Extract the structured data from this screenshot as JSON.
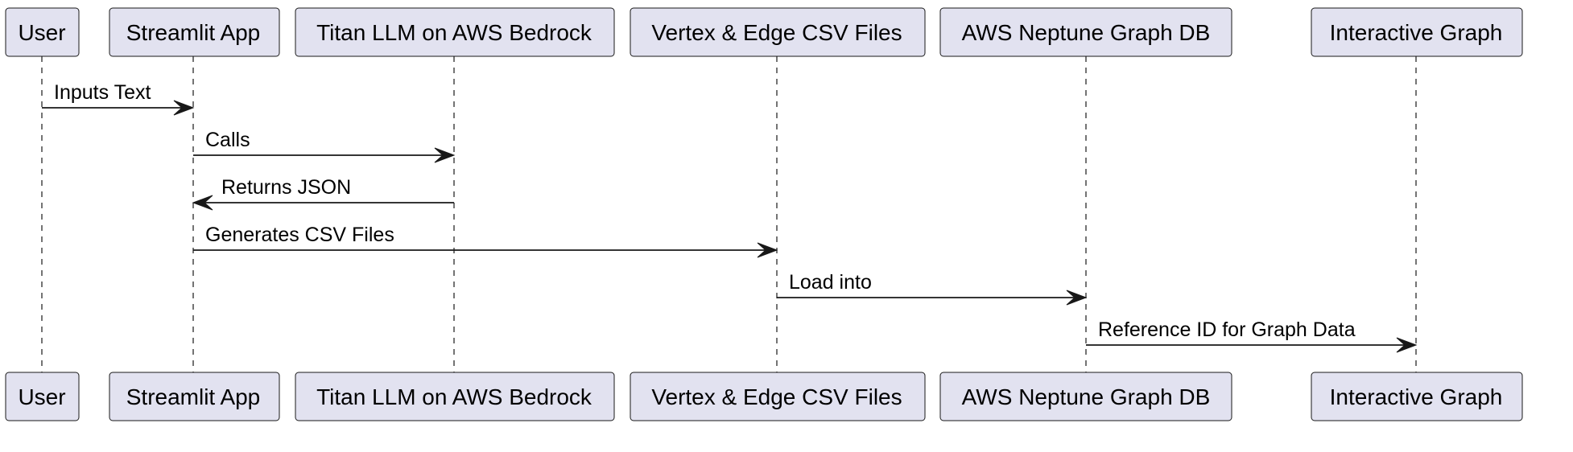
{
  "participants": [
    {
      "id": "user",
      "label": "User"
    },
    {
      "id": "streamlit",
      "label": "Streamlit App"
    },
    {
      "id": "titan",
      "label": "Titan LLM on AWS Bedrock"
    },
    {
      "id": "csv",
      "label": "Vertex & Edge CSV Files"
    },
    {
      "id": "neptune",
      "label": "AWS Neptune Graph DB"
    },
    {
      "id": "graph",
      "label": "Interactive Graph"
    }
  ],
  "messages": [
    {
      "from": "user",
      "to": "streamlit",
      "label": "Inputs Text"
    },
    {
      "from": "streamlit",
      "to": "titan",
      "label": "Calls"
    },
    {
      "from": "titan",
      "to": "streamlit",
      "label": "Returns JSON"
    },
    {
      "from": "streamlit",
      "to": "csv",
      "label": "Generates CSV Files"
    },
    {
      "from": "csv",
      "to": "neptune",
      "label": "Load into"
    },
    {
      "from": "neptune",
      "to": "graph",
      "label": "Reference ID for Graph Data"
    }
  ],
  "colors": {
    "participant_fill": "#E2E2F0",
    "stroke": "#181818",
    "text": "#000000"
  }
}
